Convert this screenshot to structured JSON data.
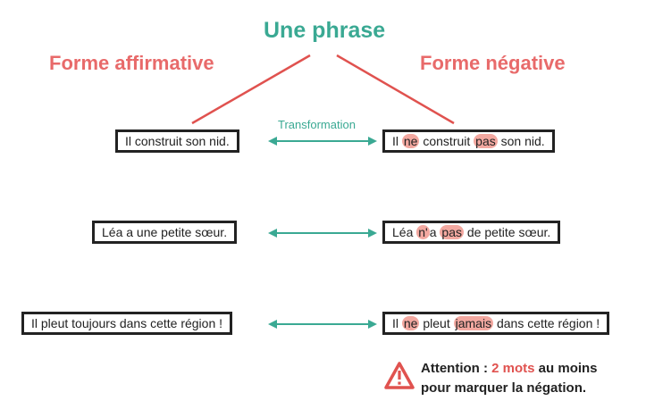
{
  "title": "Une phrase",
  "left_header": "Forme affirmative",
  "right_header": "Forme négative",
  "transformation_label": "Transformation",
  "rows": [
    {
      "affirmative": "Il construit son nid.",
      "negative": [
        {
          "t": "Il ",
          "hl": false
        },
        {
          "t": "ne",
          "hl": true
        },
        {
          "t": " construit ",
          "hl": false
        },
        {
          "t": "pas",
          "hl": true
        },
        {
          "t": " son nid.",
          "hl": false
        }
      ]
    },
    {
      "affirmative": "Léa a une petite sœur.",
      "negative": [
        {
          "t": "Léa ",
          "hl": false
        },
        {
          "t": "n'",
          "hl": true
        },
        {
          "t": "a ",
          "hl": false
        },
        {
          "t": "pas",
          "hl": true
        },
        {
          "t": " de petite sœur.",
          "hl": false
        }
      ]
    },
    {
      "affirmative": "Il pleut toujours dans cette région !",
      "negative": [
        {
          "t": "Il ",
          "hl": false
        },
        {
          "t": "ne",
          "hl": true
        },
        {
          "t": " pleut ",
          "hl": false
        },
        {
          "t": "jamais",
          "hl": true
        },
        {
          "t": " dans cette région !",
          "hl": false
        }
      ]
    }
  ],
  "attention": {
    "prefix": "Attention : ",
    "highlight": "2 mots",
    "suffix": " au moins",
    "line2": "pour marquer la négation."
  },
  "colors": {
    "teal": "#3aa993",
    "red": "#e86a6a",
    "highlight": "#f3a8a0"
  },
  "icons": {
    "warning": "warning-triangle-icon"
  }
}
